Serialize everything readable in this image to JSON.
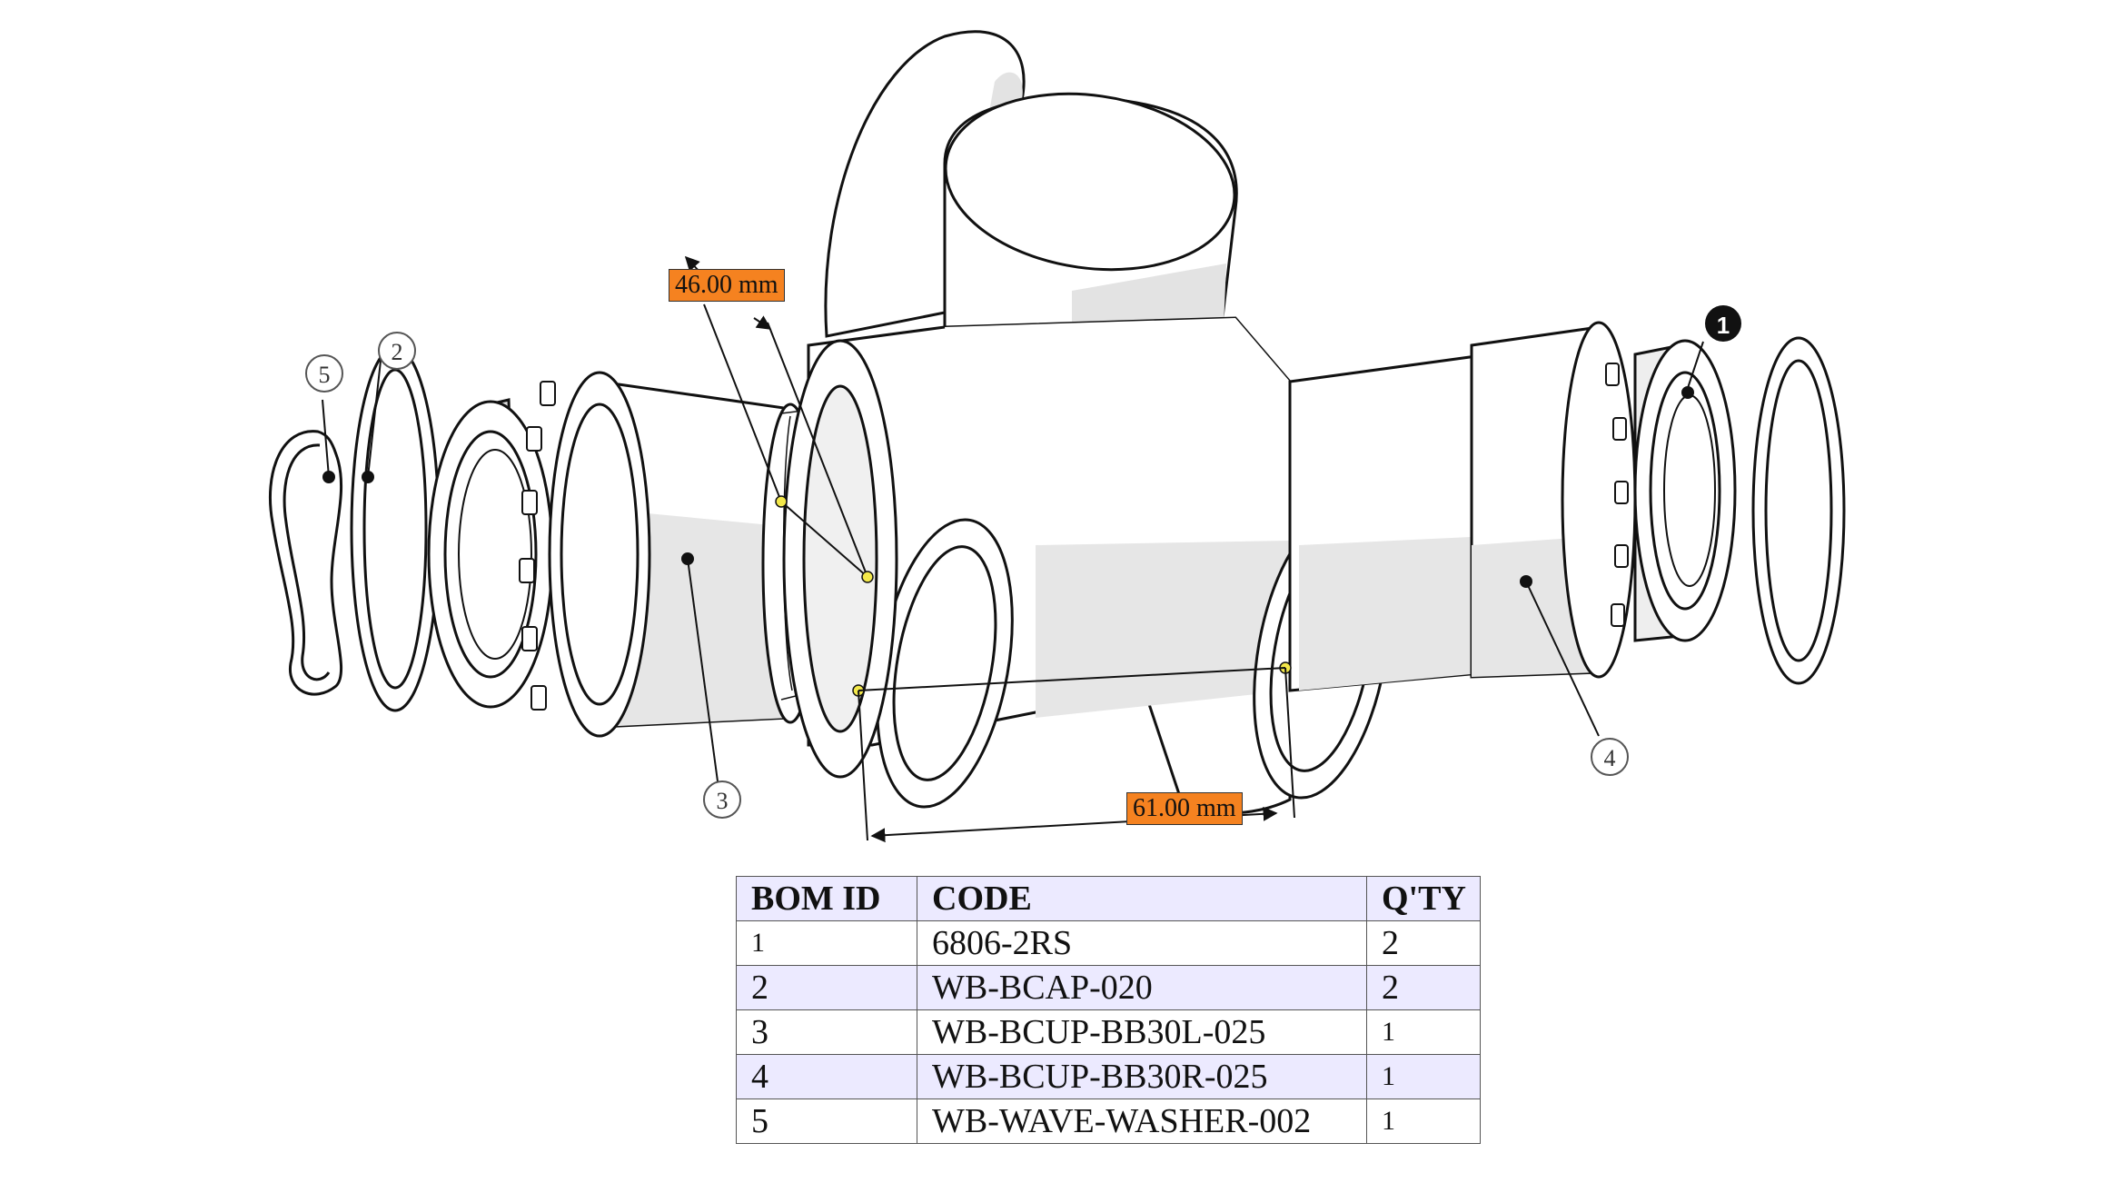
{
  "dimensions": [
    {
      "label": "46.00 mm"
    },
    {
      "label": "61.00 mm"
    }
  ],
  "balloons": [
    "1",
    "2",
    "3",
    "4",
    "5"
  ],
  "bom": {
    "headers": [
      "BOM ID",
      "CODE",
      "Q'TY"
    ],
    "rows": [
      {
        "id": "1",
        "code": "6806-2RS",
        "qty": "2"
      },
      {
        "id": "2",
        "code": "WB-BCAP-020",
        "qty": "2"
      },
      {
        "id": "3",
        "code": "WB-BCUP-BB30L-025",
        "qty": "1"
      },
      {
        "id": "4",
        "code": "WB-BCUP-BB30R-025",
        "qty": "1"
      },
      {
        "id": "5",
        "code": "WB-WAVE-WASHER-002",
        "qty": "1"
      }
    ]
  },
  "colors": {
    "dimension_fill": "#f58220",
    "table_highlight": "#eceaff",
    "leader_point": "#f3e84a"
  }
}
